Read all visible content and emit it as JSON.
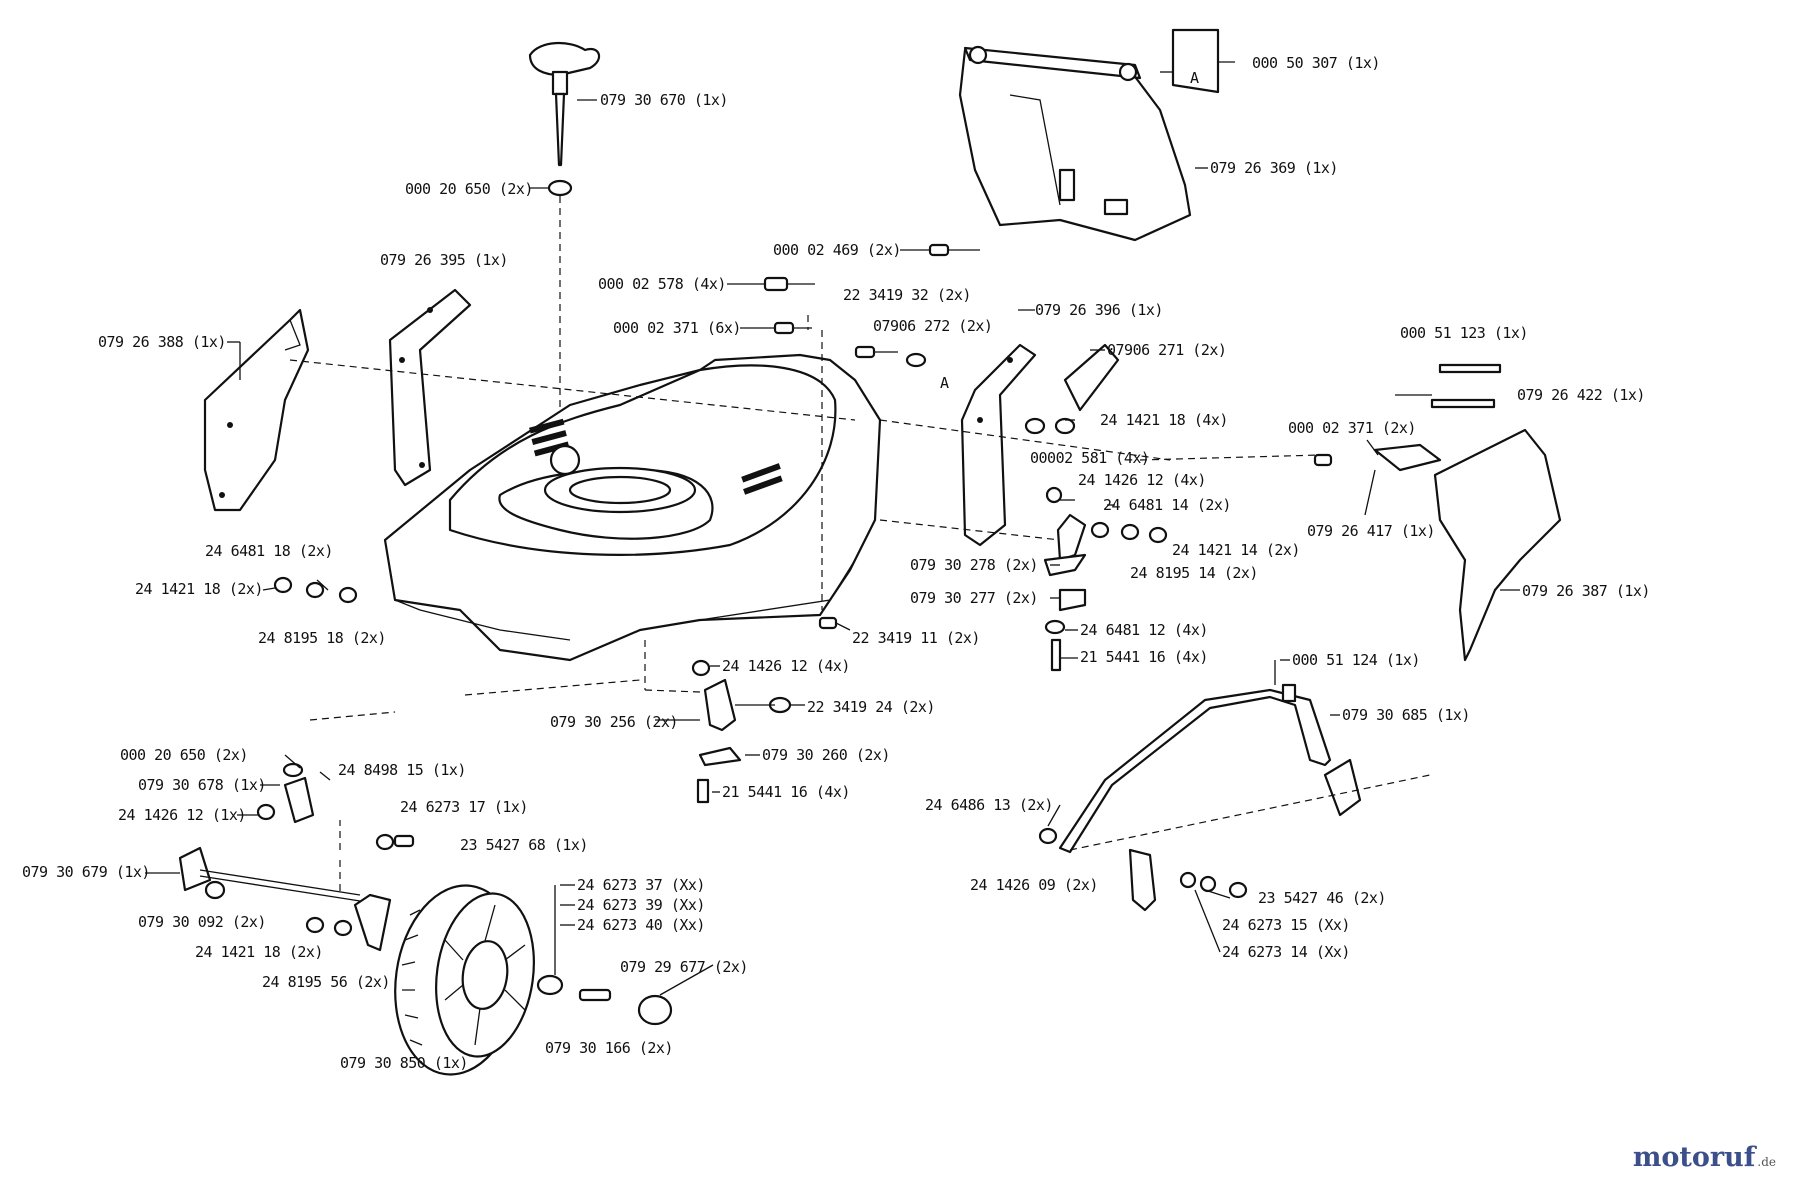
{
  "labels": {
    "l01": "079 30 670 (1x)",
    "l02": "000 20 650 (2x)",
    "l03": "079 26 395 (1x)",
    "l04": "079 26 388 (1x)",
    "l05": "000 02 578 (4x)",
    "l06": "000 02 371 (6x)",
    "l07": "000 02 469 (2x)",
    "l08": "22 3419 32 (2x)",
    "l09": "07906 272 (2x)",
    "l10": "079 26 396 (1x)",
    "l11": "07906 271 (2x)",
    "l12": "000 50 307 (1x)",
    "l13": "079 26 369 (1x)",
    "l14": "000 51 123 (1x)",
    "l15": "079 26 422 (1x)",
    "l16": "000 02 371 (2x)",
    "l17": "079 26 417 (1x)",
    "l18": "079 26 387 (1x)",
    "l19": "24 1421 18 (4x)",
    "l20": "00002 581 (4x)",
    "l21": "24 1426 12 (4x)",
    "l22": "24 6481 14 (2x)",
    "l23": "24 1421 14 (2x)",
    "l24": "24 8195 14 (2x)",
    "l25": "079 30 278 (2x)",
    "l26": "079 30 277 (2x)",
    "l27": "24 6481 12 (4x)",
    "l28": "21 5441 16 (4x)",
    "l29": "24 6481 18 (2x)",
    "l30": "24 1421 18 (2x)",
    "l31": "24 8195 18 (2x)",
    "l32": "22 3419 11 (2x)",
    "l33": "24 1426 12 (4x)",
    "l34": "22 3419 24 (2x)",
    "l35": "079 30 256 (2x)",
    "l36": "079 30 260 (2x)",
    "l37": "21 5441 16 (4x)",
    "l38": "000 51 124 (1x)",
    "l39": "079 30 685 (1x)",
    "l40": "000 20 650 (2x)",
    "l41": "24 8498 15 (1x)",
    "l42": "079 30 678 (1x)",
    "l43": "24 6273 17 (1x)",
    "l44": "24 1426 12 (1x)",
    "l45": "23 5427 68 (1x)",
    "l46": "079 30 679 (1x)",
    "l47": "24 6273 37 (Xx)",
    "l48": "24 6273 39 (Xx)",
    "l49": "24 6273 40 (Xx)",
    "l50": "079 30 092 (2x)",
    "l51": "24 1421 18 (2x)",
    "l52": "24 8195 56 (2x)",
    "l53": "079 29 677 (2x)",
    "l54": "079 30 166 (2x)",
    "l55": "079 30 850 (1x)",
    "l56": "24 6486 13 (2x)",
    "l57": "24 1426 09 (2x)",
    "l58": "23 5427 46 (2x)",
    "l59": "24 6273 15 (Xx)",
    "l60": "24 6273 14 (Xx)"
  },
  "marks": {
    "a1": "A",
    "a2": "A"
  },
  "logo": {
    "text": "motoruf",
    "suffix": ".de"
  }
}
